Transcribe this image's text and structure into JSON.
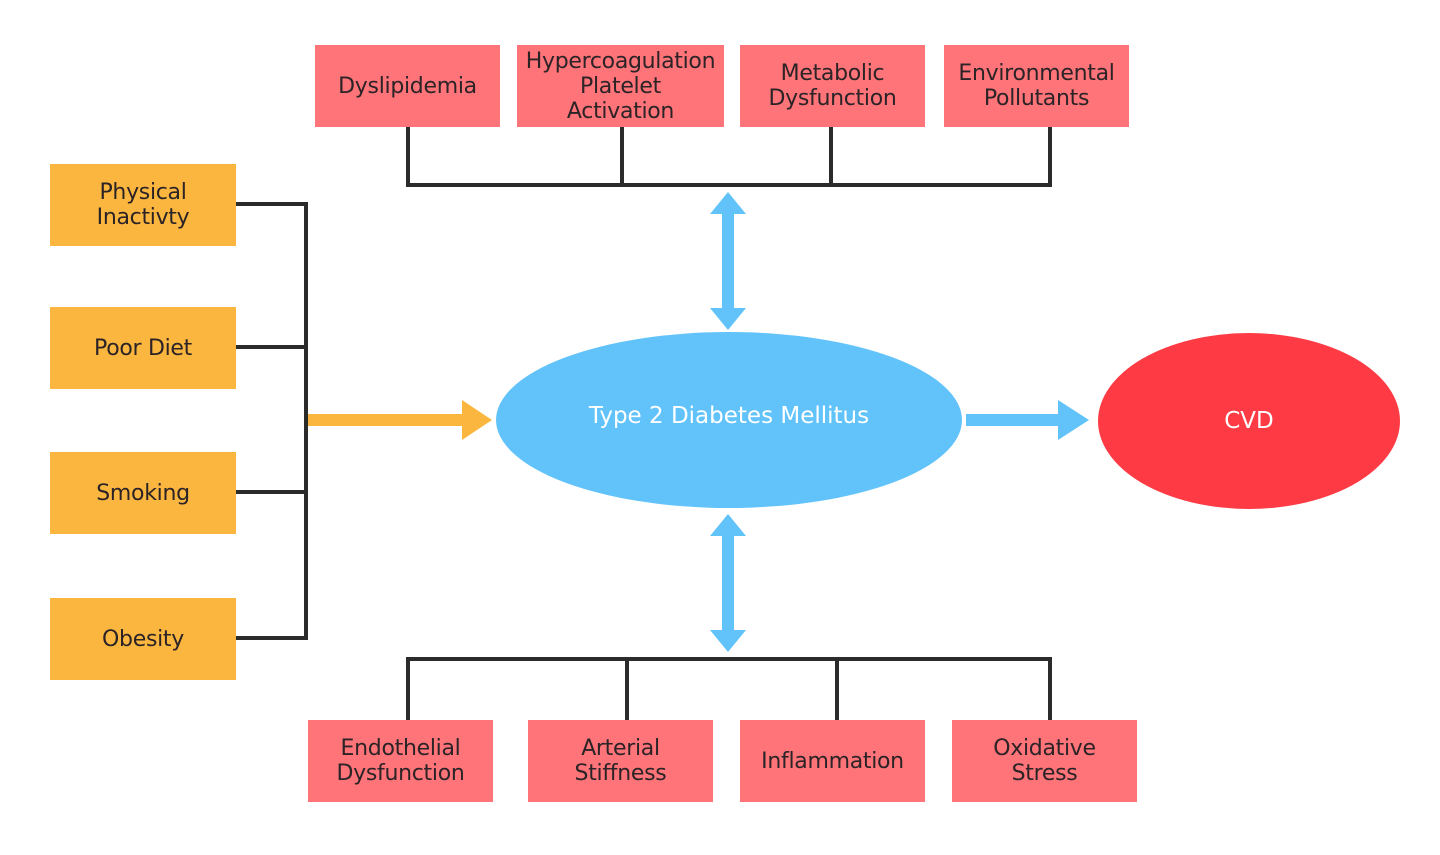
{
  "diagram": {
    "center_node": {
      "label": "Type 2 Diabetes Mellitus",
      "color": "#62c3fb"
    },
    "outcome_node": {
      "label": "CVD",
      "color": "#fe3b44"
    },
    "risk_factors": {
      "color": "#fbb63f",
      "items": [
        {
          "label": "Physical\nInactivty"
        },
        {
          "label": "Poor Diet"
        },
        {
          "label": "Smoking"
        },
        {
          "label": "Obesity"
        }
      ]
    },
    "top_mechanisms": {
      "color": "#fe7479",
      "items": [
        {
          "label": "Dyslipidemia"
        },
        {
          "label": "Hypercoagulation\nPlatelet\nActivation"
        },
        {
          "label": "Metabolic\nDysfunction"
        },
        {
          "label": "Environmental\nPollutants"
        }
      ]
    },
    "bottom_mechanisms": {
      "color": "#fe7479",
      "items": [
        {
          "label": "Endothelial\nDysfunction"
        },
        {
          "label": "Arterial\nStiffness"
        },
        {
          "label": "Inflammation"
        },
        {
          "label": "Oxidative\nStress"
        }
      ]
    },
    "connector_color": "#2b2b2b",
    "arrow_blue": "#62c3fb",
    "arrow_orange": "#fbb63f"
  }
}
